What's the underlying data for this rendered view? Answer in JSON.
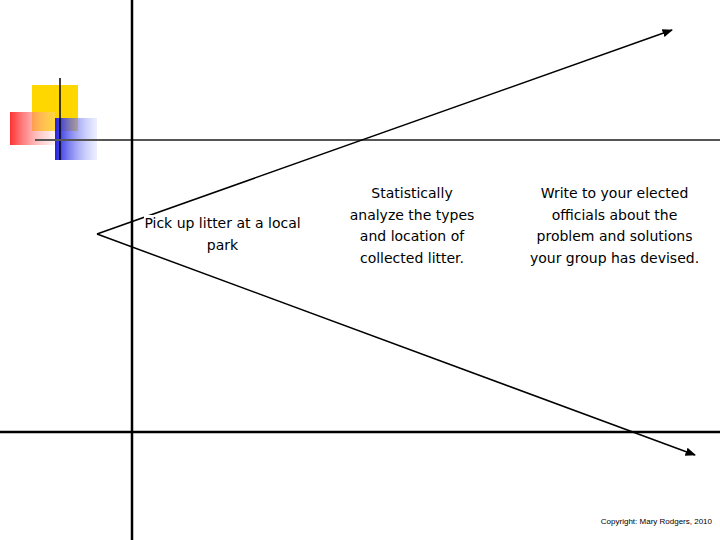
{
  "diagram": {
    "labels": [
      "Pick up litter at a local park",
      "Statistically analyze the types and location of collected litter.",
      "Write to your elected officials about the problem and solutions your group has devised.",
      "Copyright: Mary Rodgers, 2010"
    ]
  }
}
